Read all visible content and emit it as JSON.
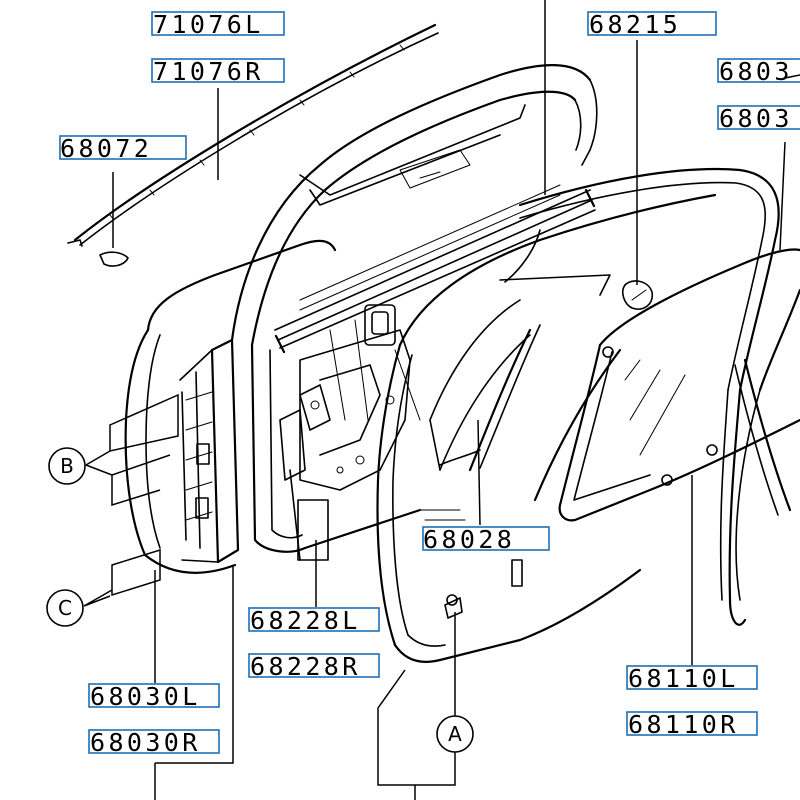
{
  "diagram": {
    "part_labels": [
      "71076L",
      "71076R",
      "68072",
      "68215",
      "6803",
      "6803",
      "68028",
      "68228L",
      "68228R",
      "68030L",
      "68030R",
      "68110L",
      "68110R"
    ],
    "callouts": [
      "B",
      "C",
      "A"
    ],
    "colors": {
      "label_box": "#1e6fb4",
      "line": "#000000",
      "background": "#ffffff"
    }
  }
}
